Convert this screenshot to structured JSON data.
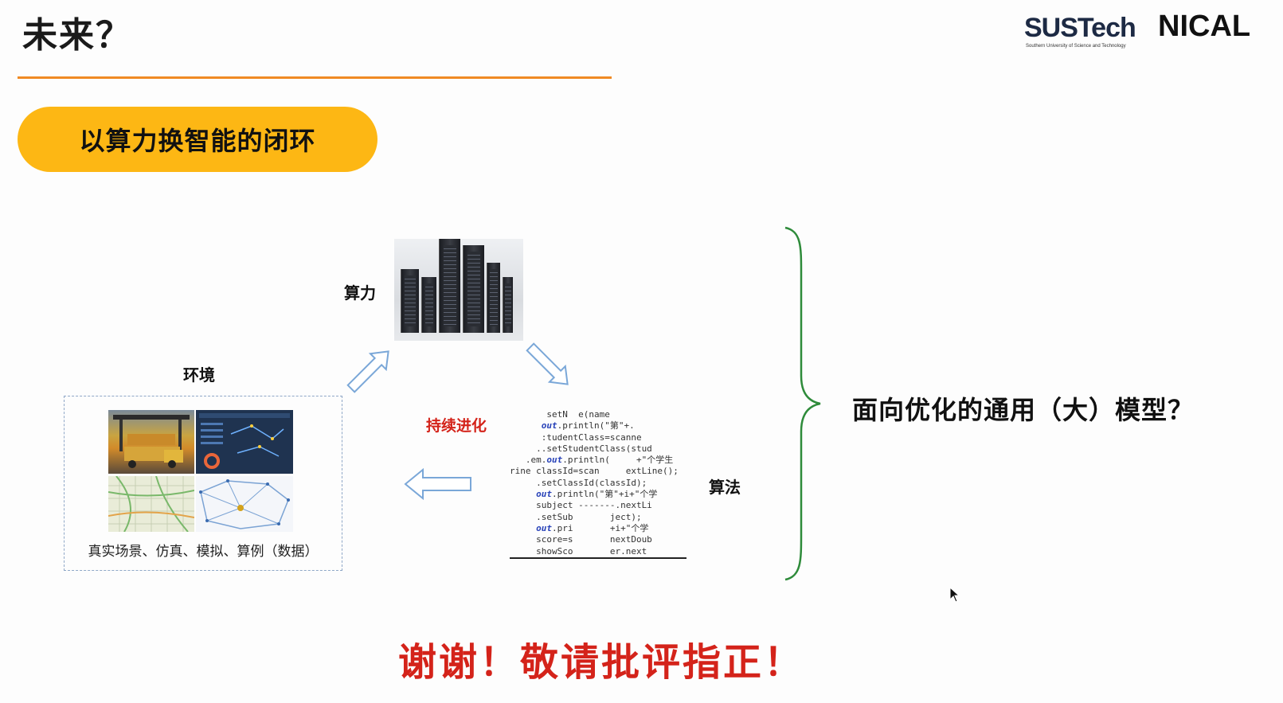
{
  "slide": {
    "title": "未来？",
    "section_pill": "以算力换智能的闭环"
  },
  "logos": {
    "sustech": "SUSTech",
    "sustech_sub": "Southern University of Science and Technology",
    "nical": "NICAL"
  },
  "diagram": {
    "compute_label": "算力",
    "environment_label": "环境",
    "algorithm_label": "算法",
    "evolve_label": "持续进化",
    "environment_caption": "真实场景、仿真、模拟、算例（数据）",
    "code_lines": [
      {
        "pre": "       setN",
        "kw": "",
        "post": "  e(name"
      },
      {
        "pre": "      ",
        "kw": "out",
        "post": ".println(\"第\"+."
      },
      {
        "pre": "      :tudentClass=scanne",
        "kw": "",
        "post": ""
      },
      {
        "pre": "     ..setStudentClass(stud",
        "kw": "",
        "post": ""
      },
      {
        "pre": "   .em.",
        "kw": "out",
        "post": ".println(     +\"个学生"
      },
      {
        "pre": "rine classId=scan     extLine();",
        "kw": "",
        "post": ""
      },
      {
        "pre": "     .setClassId(classId);",
        "kw": "",
        "post": ""
      },
      {
        "pre": "     ",
        "kw": "out",
        "post": ".println(\"第\"+i+\"个学"
      },
      {
        "pre": "     subject -------.nextLi",
        "kw": "",
        "post": ""
      },
      {
        "pre": "     .setSub       ject);",
        "kw": "",
        "post": ""
      },
      {
        "pre": "     ",
        "kw": "out",
        "post": ".pri       +i+\"个学"
      },
      {
        "pre": "     score=s       nextDoub",
        "kw": "",
        "post": ""
      },
      {
        "pre": "     showSco       er.next",
        "kw": "",
        "post": ""
      }
    ]
  },
  "conclusion": {
    "question": "面向优化的通用（大）模型？"
  },
  "footer": {
    "thanks": "谢谢！敬请批评指正！"
  },
  "colors": {
    "accent_orange": "#f08a24",
    "pill_yellow": "#fdb714",
    "emphasis_red": "#d4231a",
    "brace_green": "#2e8b3a",
    "arrow_blue": "#7aa7d8"
  }
}
